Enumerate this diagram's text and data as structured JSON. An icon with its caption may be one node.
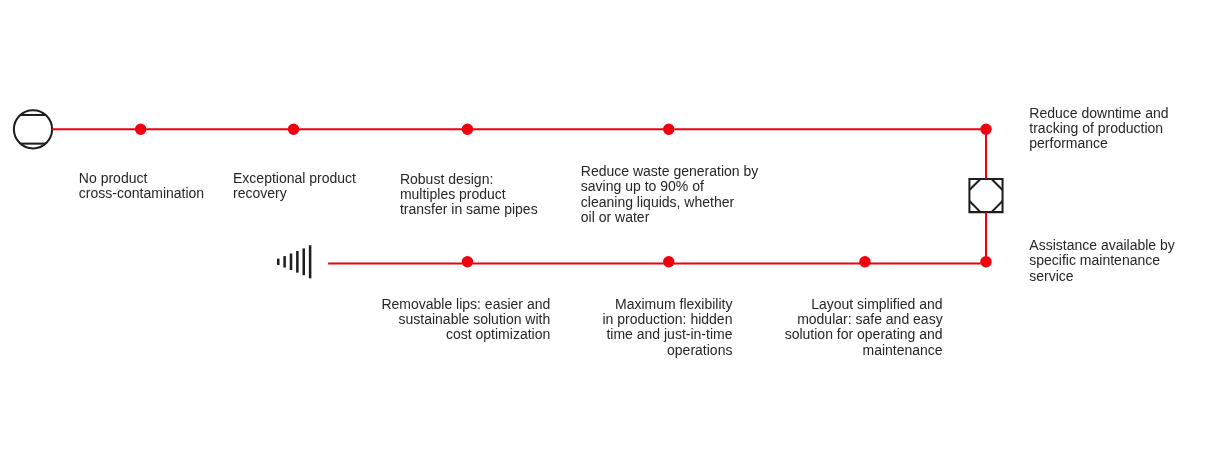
{
  "diagram": {
    "nodes": [
      {
        "text": [],
        "shape": "picture"
      },
      {
        "text": [],
        "shape": "circle",
        "beside": [
          "No product cross-contamination"
        ]
      },
      {
        "text": [],
        "shape": "circle",
        "beside": [
          "Exceptional product recovery"
        ]
      },
      {
        "text": [],
        "shape": "circle",
        "beside": [
          "Robust design: multiples product transfer in same pipes"
        ]
      },
      {
        "text": [],
        "shape": "circle",
        "beside": [
          "Reduce waste generation by saving up to 90% of cleaning liquids, whether oil or water"
        ]
      },
      {
        "text": [],
        "shape": "circle",
        "beside": [
          "Reduce downtime and tracking of production performance"
        ]
      },
      {
        "text": [],
        "shape": "picture"
      },
      {
        "text": [],
        "shape": "circle",
        "beside": [
          "Assistance available by specific maintenance service"
        ]
      },
      {
        "text": [],
        "shape": "circle",
        "beside": [
          "Layout simplified and modular: safe and easy solution for operating and maintenance"
        ]
      },
      {
        "text": [],
        "shape": "circle",
        "beside": [
          "Maximum flexibility in production: hidden time and just-in-time operations"
        ]
      },
      {
        "text": [],
        "shape": "circle",
        "beside": [
          "Removable lips: easier and sustainable solution with cost optimization"
        ]
      },
      {
        "text": [],
        "shape": "picture"
      }
    ],
    "edges": [
      {
        "from": 0,
        "to": 1,
        "arrow": "none"
      },
      {
        "from": 1,
        "to": 2,
        "arrow": "none"
      },
      {
        "from": 2,
        "to": 3,
        "arrow": "none"
      },
      {
        "from": 3,
        "to": 4,
        "arrow": "none"
      },
      {
        "from": 4,
        "to": 5,
        "arrow": "none"
      },
      {
        "from": 5,
        "to": 6,
        "arrow": "none"
      },
      {
        "from": 6,
        "to": 7,
        "arrow": "none"
      },
      {
        "from": 7,
        "to": 8,
        "arrow": "none"
      },
      {
        "from": 8,
        "to": 9,
        "arrow": "none"
      },
      {
        "from": 9,
        "to": 10,
        "arrow": "none"
      },
      {
        "from": 10,
        "to": 11,
        "arrow": "none"
      }
    ]
  }
}
